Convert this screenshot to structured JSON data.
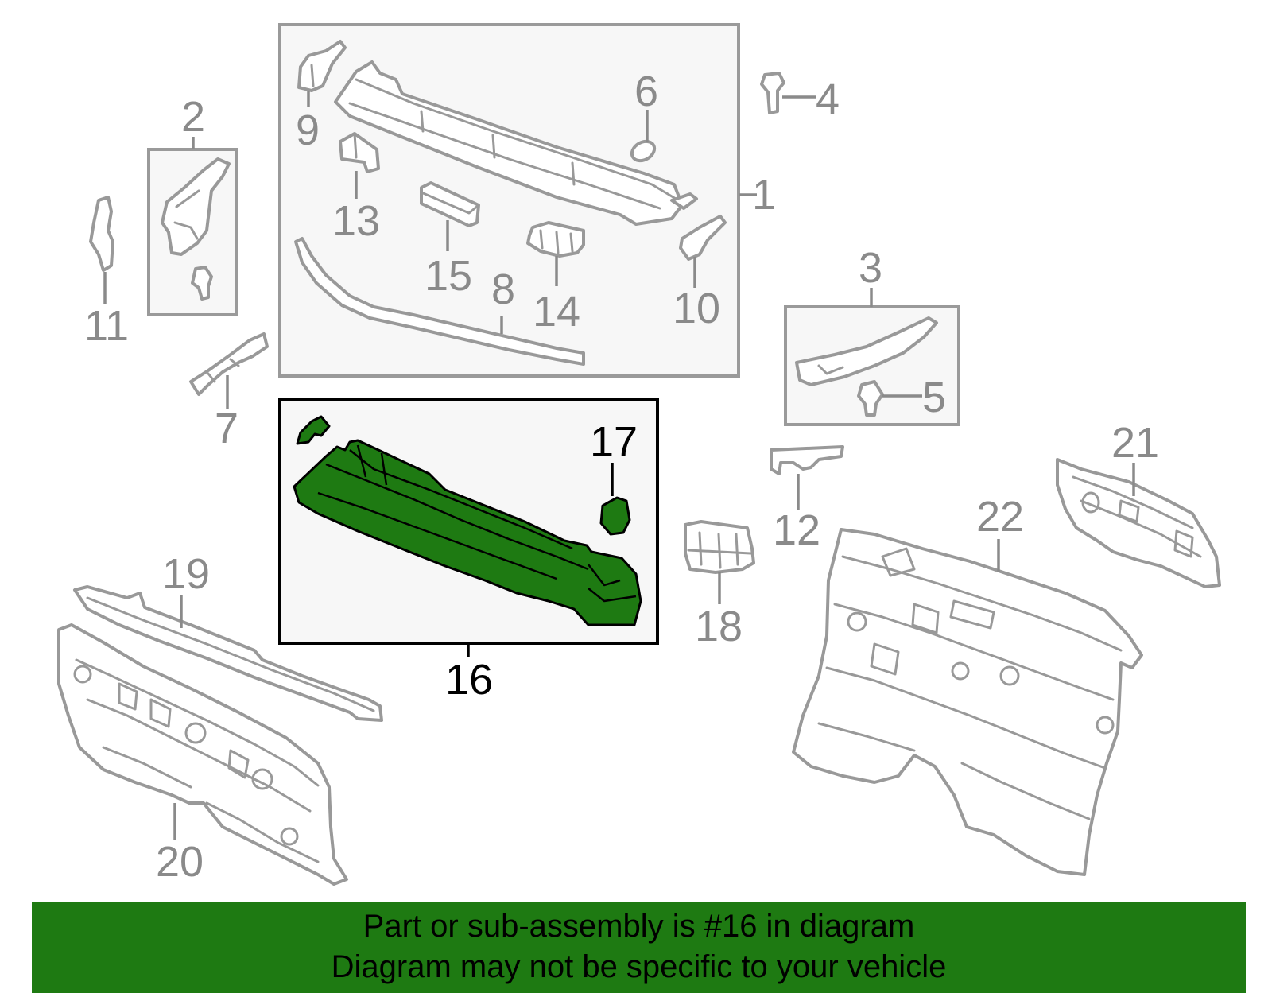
{
  "callouts": {
    "c1": "1",
    "c2": "2",
    "c3": "3",
    "c4": "4",
    "c5": "5",
    "c6": "6",
    "c7": "7",
    "c8": "8",
    "c9": "9",
    "c10": "10",
    "c11": "11",
    "c12": "12",
    "c13": "13",
    "c14": "14",
    "c15": "15",
    "c16": "16",
    "c17": "17",
    "c18": "18",
    "c19": "19",
    "c20": "20",
    "c21": "21",
    "c22": "22"
  },
  "highlight_part": "16",
  "colors": {
    "highlight_green": "#1e7a12",
    "line_gray": "#999999",
    "banner_green": "#1e7a12"
  },
  "banner": {
    "line1": "Part or sub-assembly is #16 in diagram",
    "line2": "Diagram may not be specific to your vehicle"
  }
}
